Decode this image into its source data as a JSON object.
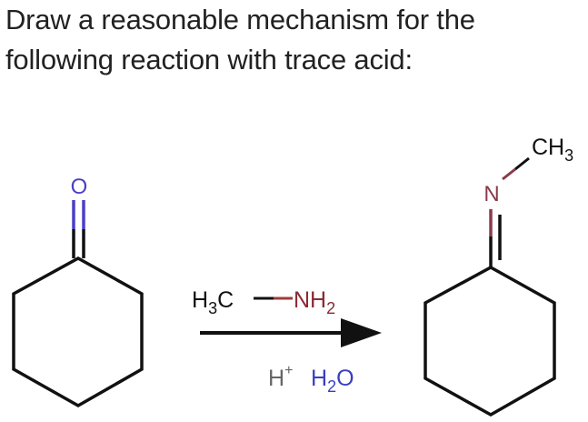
{
  "question": {
    "line1": "Draw a reasonable mechanism for the",
    "line2": "following reaction with trace acid:"
  },
  "reactant": {
    "name": "cyclohexanone",
    "heteroatom_label": "O",
    "heteroatom_color": "#4a3fc7"
  },
  "reagents": {
    "above_arrow": {
      "left": "H",
      "left_sub": "3",
      "left_after": "C",
      "right": "NH",
      "right_sub": "2",
      "bond_color_left": "#111111",
      "bond_color_right": "#a33a3a"
    },
    "below_arrow": {
      "acid": "H",
      "acid_sup": "+",
      "acid_color": "#666666",
      "water": "H",
      "water_sub": "2",
      "water_after": "O",
      "water_color": "#3a3fc0"
    },
    "arrow": "reaction-arrow"
  },
  "product": {
    "name": "N-methylcyclohexanimine",
    "heteroatom_label": "N",
    "heteroatom_color": "#8a3a4a",
    "substituent": "CH",
    "substituent_sub": "3"
  },
  "colors": {
    "text": "#222222",
    "bond": "#111111"
  }
}
